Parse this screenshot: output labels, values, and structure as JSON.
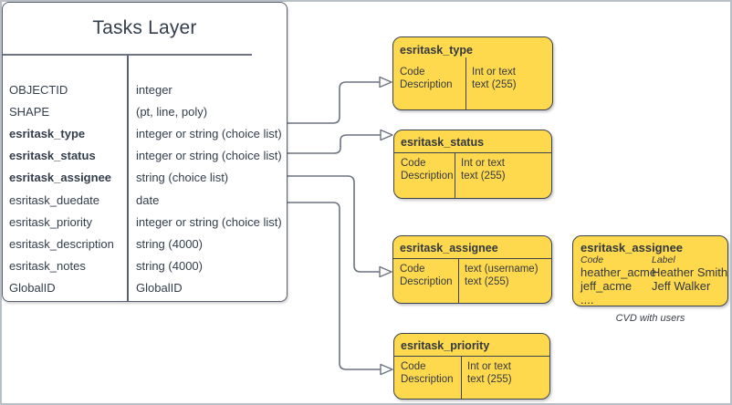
{
  "diagram": {
    "main_table": {
      "title": "Tasks Layer",
      "rows": [
        {
          "name": "OBJECTID",
          "type": "integer"
        },
        {
          "name": "SHAPE",
          "type": "(pt, line, poly)"
        },
        {
          "name": "esritask_type",
          "type": "integer or string (choice list)"
        },
        {
          "name": "esritask_status",
          "type": "integer or string (choice list)"
        },
        {
          "name": "esritask_assignee",
          "type": "string (choice list)"
        },
        {
          "name": "esritask_duedate",
          "type": "date"
        },
        {
          "name": "esritask_priority",
          "type": "integer or string (choice list)"
        },
        {
          "name": "esritask_description",
          "type": "string (4000)"
        },
        {
          "name": "esritask_notes",
          "type": "string (4000)"
        },
        {
          "name": "GlobalID",
          "type": "GlobalID"
        }
      ]
    },
    "domain_tables": [
      {
        "title": "esritask_type",
        "left": [
          "Code",
          "Description"
        ],
        "right": [
          "Int or text",
          "text (255)"
        ]
      },
      {
        "title": "esritask_status",
        "left": [
          "Code",
          "Description"
        ],
        "right": [
          "Int or text",
          "text (255)"
        ]
      },
      {
        "title": "esritask_assignee",
        "left": [
          "Code",
          "Description"
        ],
        "right": [
          "text  (username)",
          "text (255)"
        ]
      },
      {
        "title": "esritask_priority",
        "left": [
          "Code",
          "Description"
        ],
        "right": [
          "Int or text",
          "text (255)"
        ]
      }
    ],
    "cvd_table": {
      "title": "esritask_assignee",
      "col_headers": [
        "Code",
        "Label"
      ],
      "rows": [
        [
          "heather_acme",
          "Heather Smith"
        ],
        [
          "jeff_acme",
          "Jeff Walker"
        ],
        [
          "....",
          ""
        ]
      ],
      "caption": "CVD with users"
    },
    "connections": [
      {
        "from": "Tasks Layer",
        "to": "esritask_type"
      },
      {
        "from": "Tasks Layer",
        "to": "esritask_status"
      },
      {
        "from": "Tasks Layer",
        "to": "esritask_assignee"
      },
      {
        "from": "Tasks Layer",
        "to": "esritask_priority"
      }
    ],
    "colors": {
      "domain_box_fill": "#FFD94D",
      "domain_box_border": "#3C4350",
      "main_table_border": "#576070",
      "text": "#333E4C",
      "connector": "#6B7280",
      "frame": "#B9BFC7"
    }
  }
}
